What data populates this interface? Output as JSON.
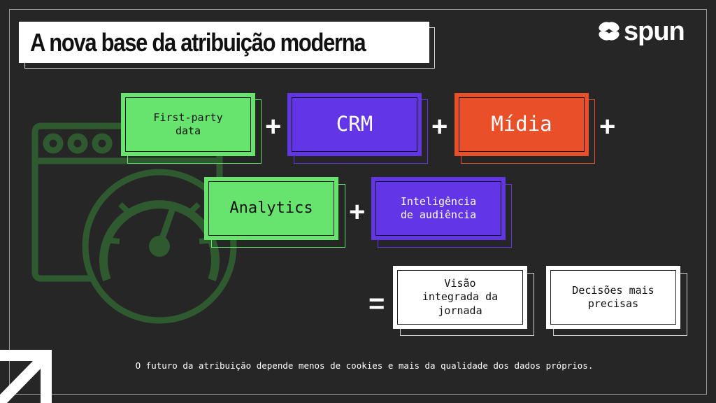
{
  "title": "A nova base da atribuição moderna",
  "logo": {
    "text": "spun",
    "icon": "leaf-icon"
  },
  "row1": [
    {
      "label": "First-party\ndata",
      "color": "#67e46e"
    },
    {
      "label": "CRM",
      "color": "#6236e6"
    },
    {
      "label": "Mídia",
      "color": "#e9502a"
    }
  ],
  "row2": [
    {
      "label": "Analytics",
      "color": "#67e46e"
    },
    {
      "label": "Inteligência\nde audiência",
      "color": "#6236e6"
    }
  ],
  "operators": {
    "plus": "+",
    "equals": "="
  },
  "results": [
    {
      "label": "Visão\nintegrada da\njornada"
    },
    {
      "label": "Decisões mais\nprecisas"
    }
  ],
  "footer": "O futuro da atribuição depende menos de cookies e mais da qualidade dos dados próprios.",
  "colors": {
    "background": "#262626",
    "green": "#67e46e",
    "purple": "#6236e6",
    "orange": "#e9502a",
    "illustration": "#2f5a30"
  },
  "icons": [
    "browser-window-icon",
    "speedometer-icon",
    "arrow-up-right-icon"
  ]
}
